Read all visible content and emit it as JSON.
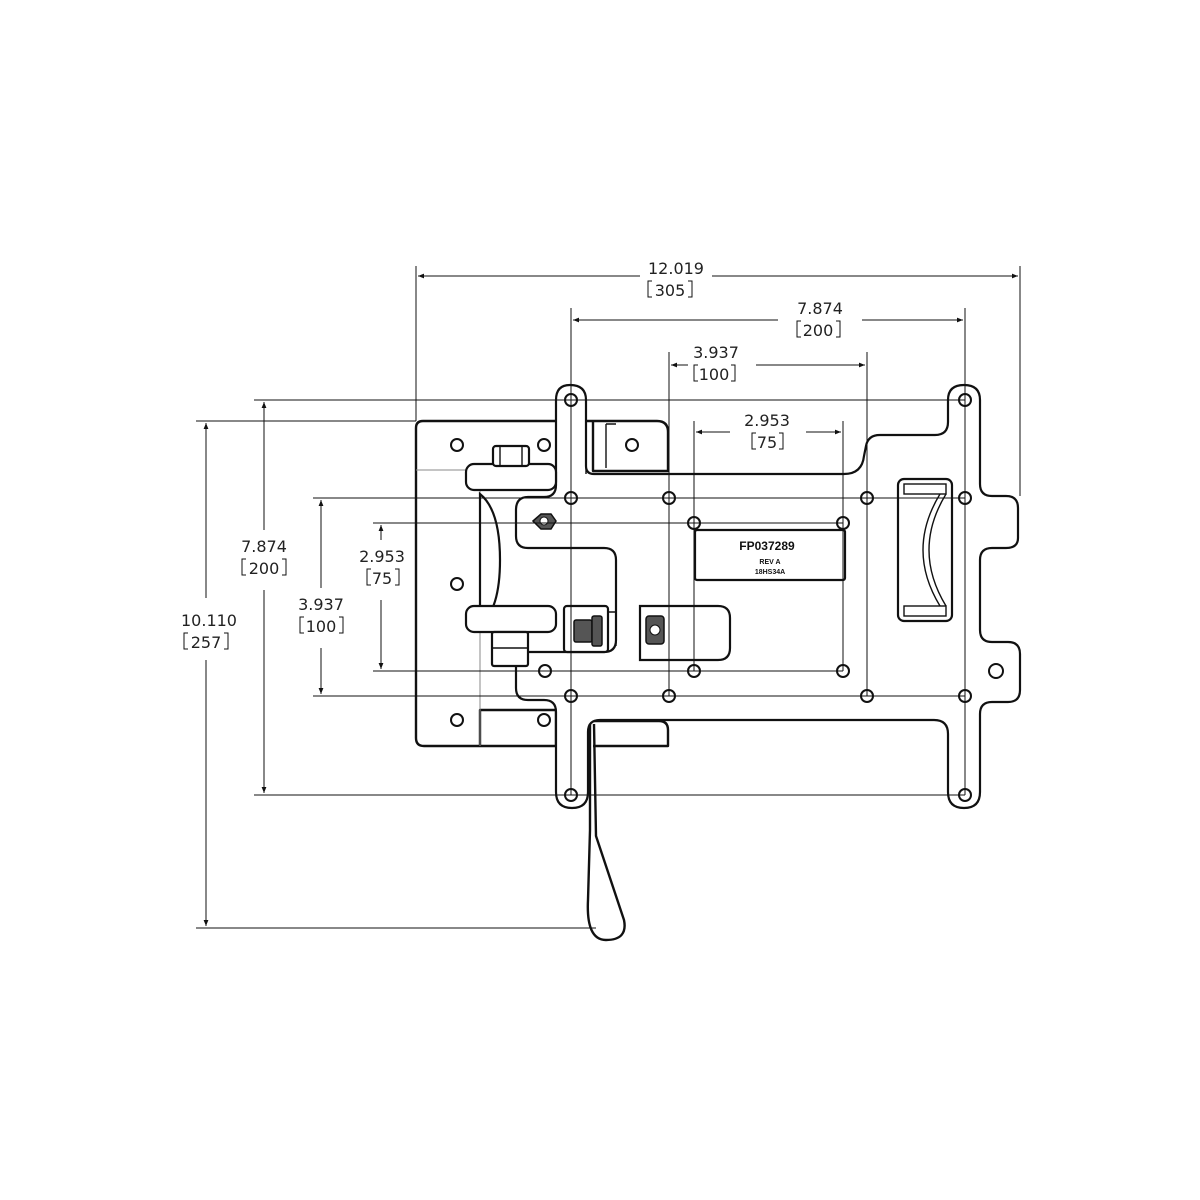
{
  "drawing": {
    "dimensions": {
      "overall_width": {
        "value": "12.019",
        "metric": "305"
      },
      "pattern_width_200": {
        "value": "7.874",
        "metric": "200"
      },
      "pattern_width_100": {
        "value": "3.937",
        "metric": "100"
      },
      "pattern_width_75": {
        "value": "2.953",
        "metric": "75"
      },
      "overall_height": {
        "value": "10.110",
        "metric": "257"
      },
      "pattern_height_200": {
        "value": "7.874",
        "metric": "200"
      },
      "pattern_height_100": {
        "value": "3.937",
        "metric": "100"
      },
      "pattern_height_75": {
        "value": "2.953",
        "metric": "75"
      }
    },
    "label_plate": {
      "part_number": "FP037289",
      "line2": "REV A",
      "line3": "18HS34A"
    }
  }
}
